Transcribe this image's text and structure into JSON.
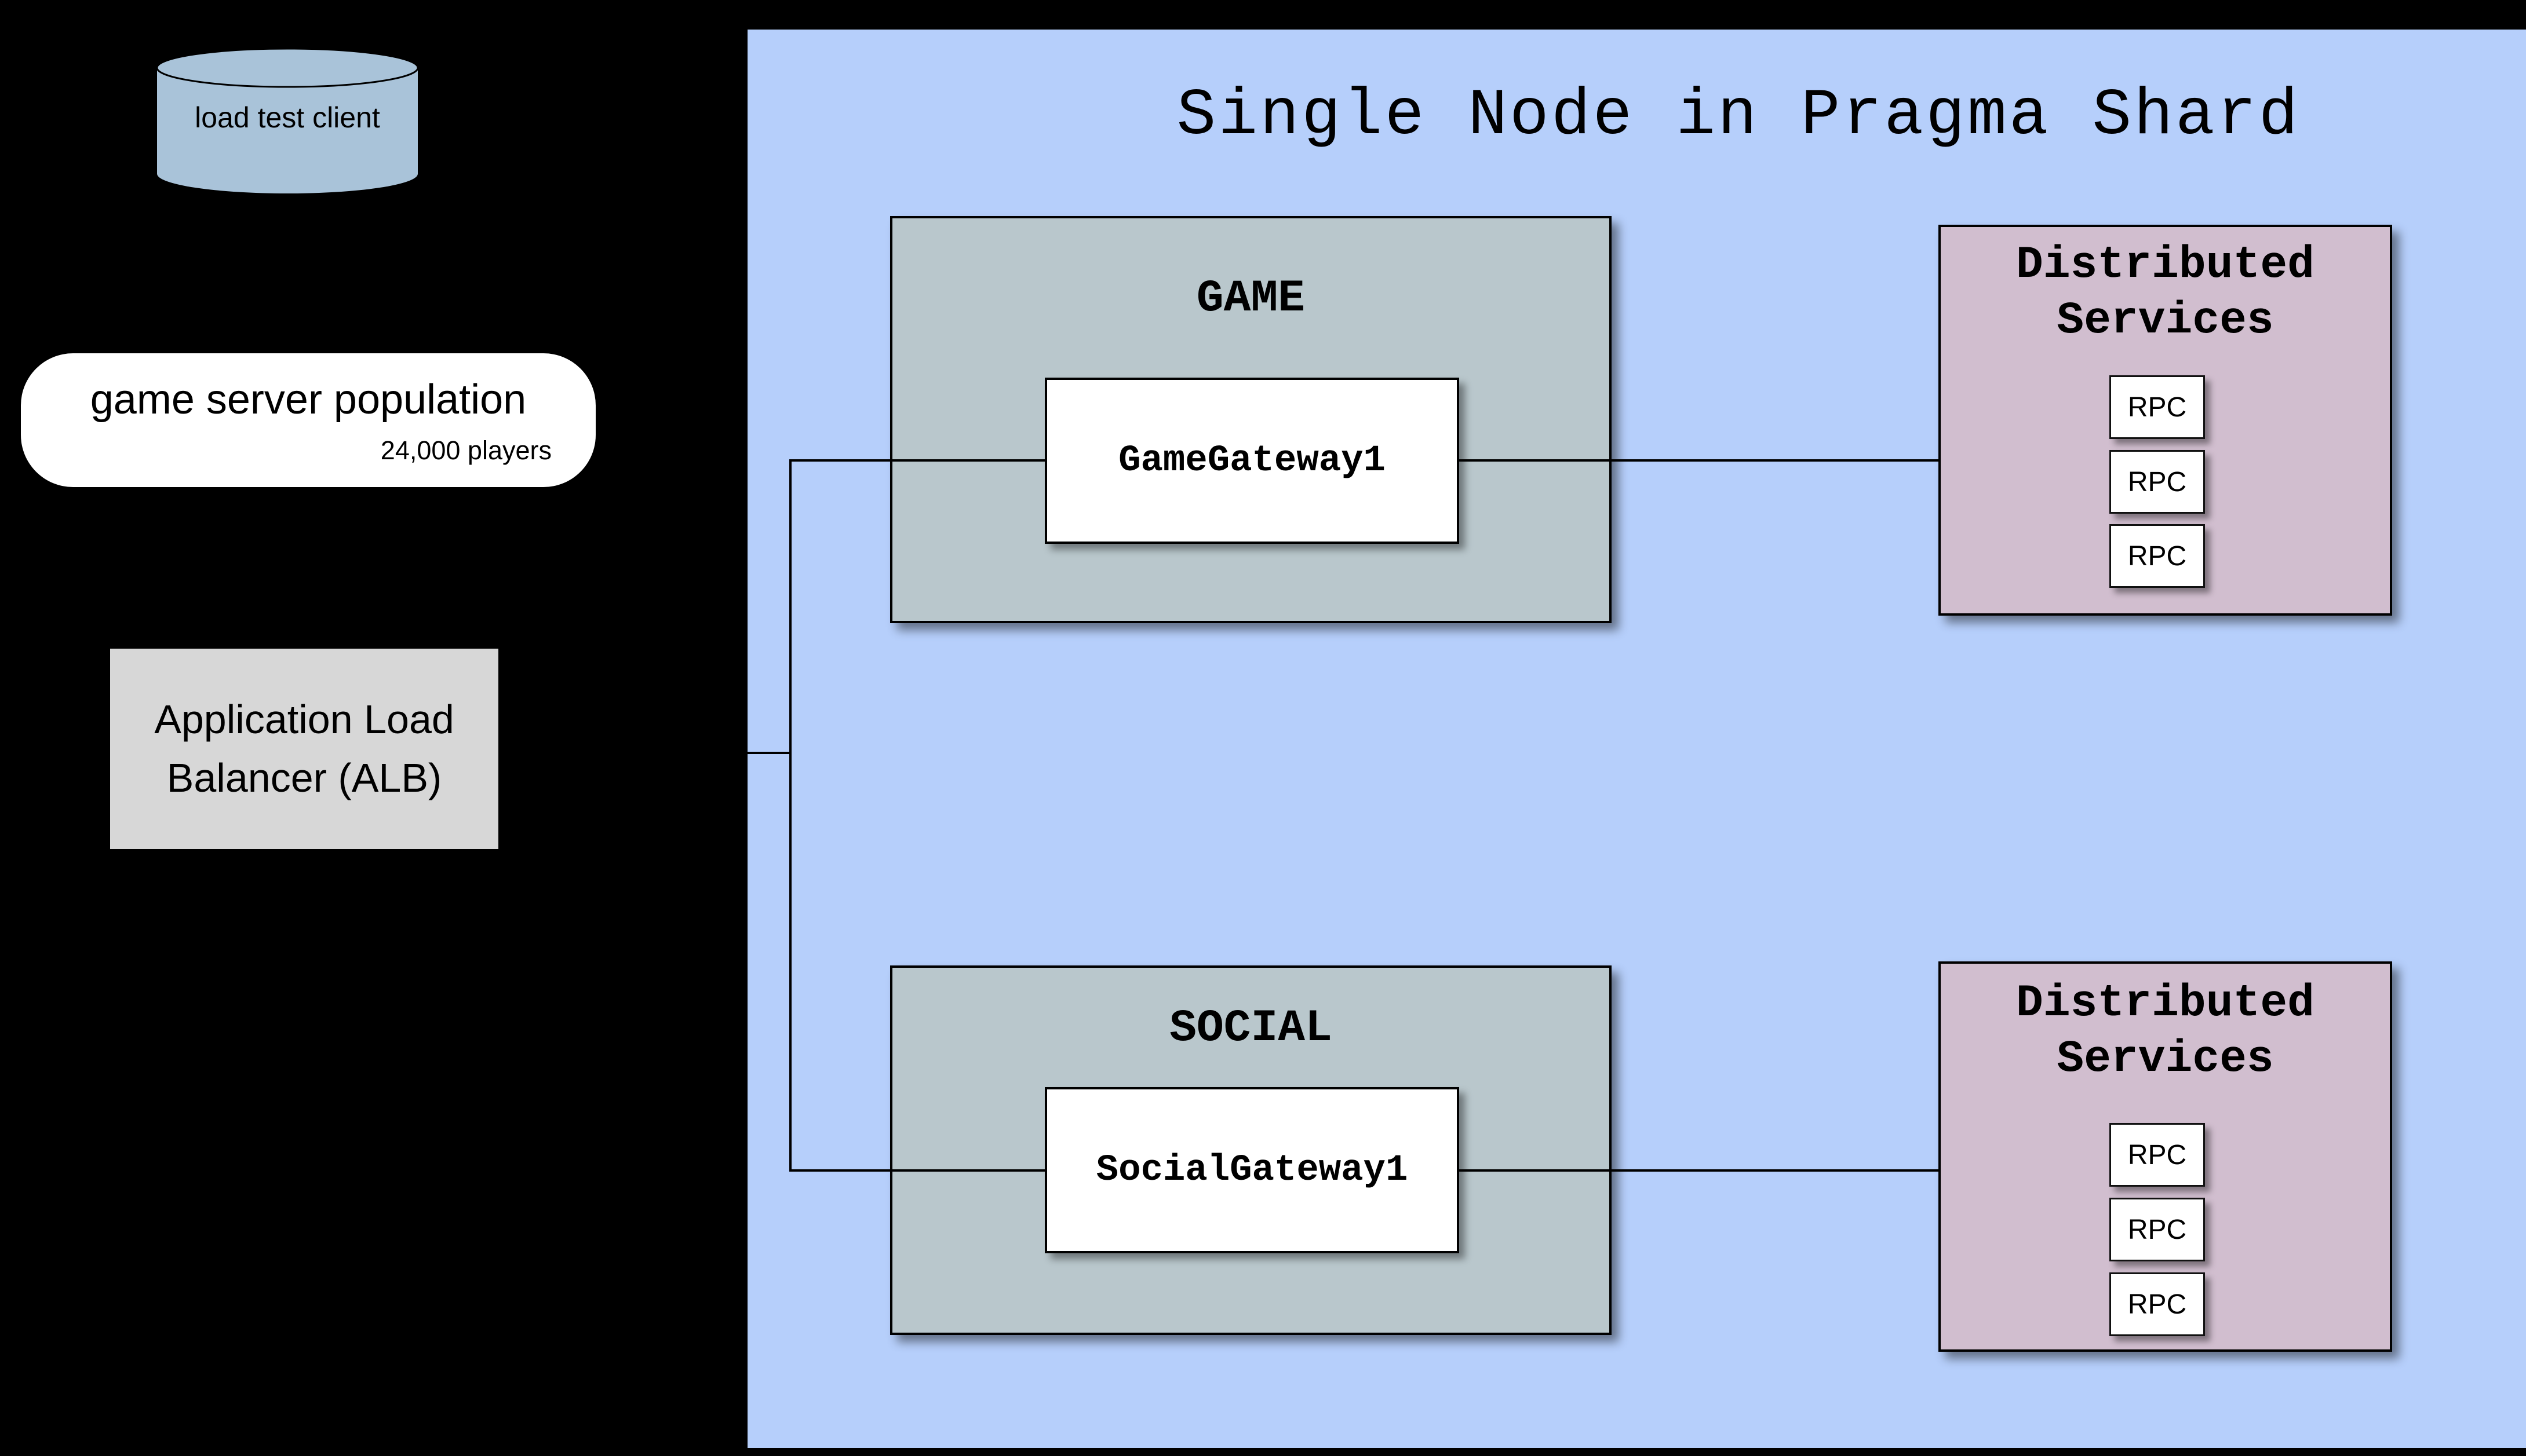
{
  "colors": {
    "background": "#000000",
    "panel": "#b6cffb",
    "section": "#b9c7cc",
    "services": "#d1becf",
    "cylinder": "#a9c3d9",
    "alb": "#d7d7d7",
    "node": "#ffffff",
    "line": "#000000",
    "ink": "#000000"
  },
  "left_column": {
    "load_test_client": {
      "label": "load test client"
    },
    "game_server_population": {
      "label": "game server population",
      "detail": "24,000 players"
    },
    "load_balancer": {
      "label": "Application Load Balancer (ALB)"
    }
  },
  "shard": {
    "title": "Single Node in Pragma Shard",
    "game": {
      "label": "GAME",
      "gateway": "GameGateway1"
    },
    "social": {
      "label": "SOCIAL",
      "gateway": "SocialGateway1"
    },
    "distributed_services_top": {
      "title": "Distributed Services",
      "rpcs": [
        "RPC",
        "RPC",
        "RPC"
      ]
    },
    "distributed_services_bottom": {
      "title": "Distributed Services",
      "rpcs": [
        "RPC",
        "RPC",
        "RPC"
      ]
    }
  }
}
